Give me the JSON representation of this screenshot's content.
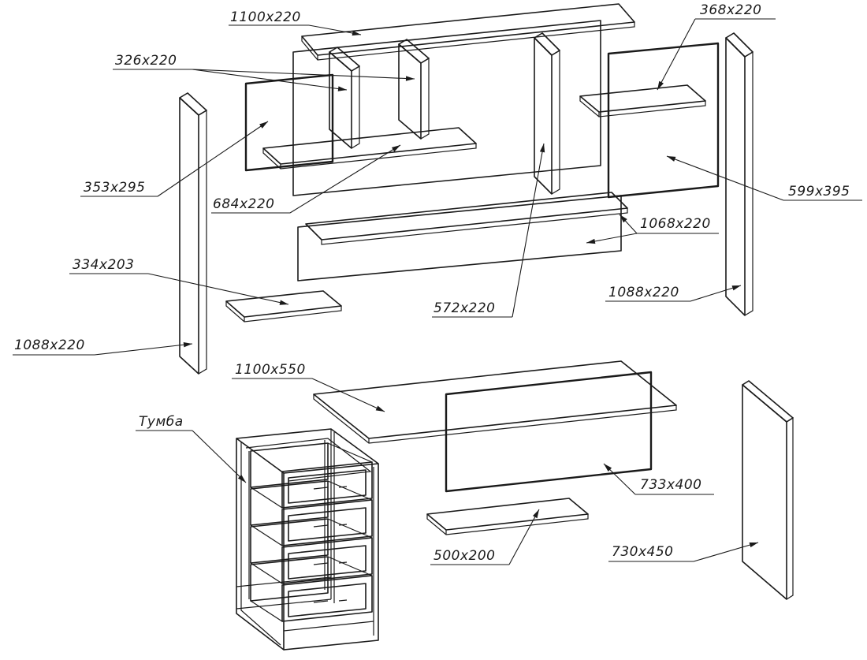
{
  "diagram": {
    "labels": {
      "top_shelf": "1100x220",
      "dividers": "326x220",
      "side_shelf": "368x220",
      "left_back": "353x295",
      "mid_shelf": "684x220",
      "right_back": "599x395",
      "drawer_box": "1068x220",
      "small_shelf": "334x203",
      "center_upright": "572x220",
      "right_side": "1088x220",
      "left_side": "1088x220",
      "desk_top": "1100x550",
      "cabinet": "Тумба",
      "modesty_panel": "733x400",
      "bottom_shelf": "500x200",
      "end_panel": "730x450"
    }
  }
}
